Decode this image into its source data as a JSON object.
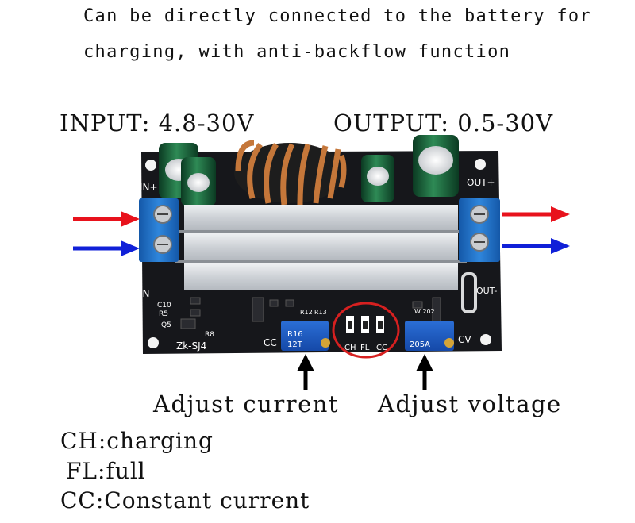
{
  "heading": {
    "line1": "Can be directly connected to the battery for",
    "line2": "charging, with anti-backflow function"
  },
  "specs": {
    "input": "INPUT: 4.8-30V",
    "output": "OUTPUT: 0.5-30V"
  },
  "board": {
    "model": "Zk-SJ4",
    "terminals": {
      "in_pos": "IN+",
      "in_neg": "IN-",
      "out_pos": "OUT+",
      "out_neg": "OUT-"
    },
    "pot_labels": {
      "current": "CC",
      "voltage": "CV"
    },
    "leds": [
      "CH",
      "FL",
      "CC"
    ],
    "components": [
      "C10",
      "R5",
      "Q5",
      "R8",
      "R12",
      "R13",
      "R16",
      "12T",
      "W 202",
      "205A"
    ]
  },
  "callouts": {
    "adjust_current": "Adjust current",
    "adjust_voltage": "Adjust voltage"
  },
  "legend": [
    "CH:charging",
    "FL:full",
    "CC:Constant current"
  ],
  "colors": {
    "pcb": "#16171b",
    "arrow_red": "#e8121c",
    "arrow_blue": "#1020d8",
    "terminal_blue": "#1b6fc4",
    "heatsink": "#d5d8dc",
    "copper": "#c5773a",
    "circle_highlight": "#d62020"
  }
}
